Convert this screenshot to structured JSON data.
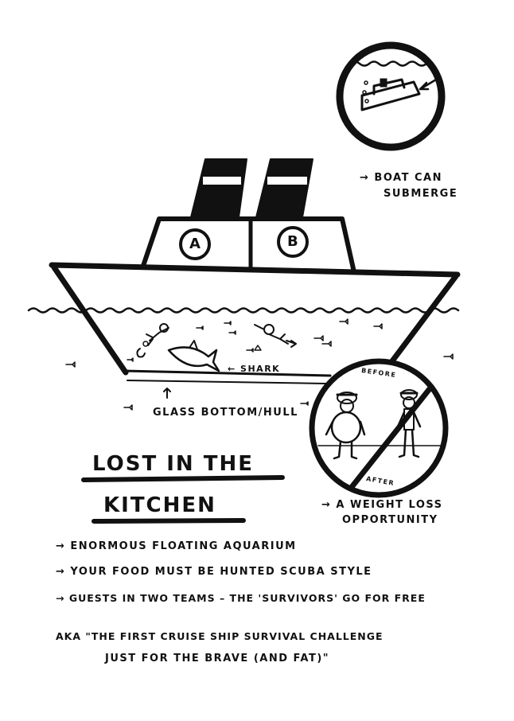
{
  "labels": {
    "boat_submerge": [
      "→ BOAT CAN",
      "SUBMERGE"
    ],
    "team_a": "A",
    "team_b": "B",
    "shark": "← SHARK",
    "glass_bottom": "GLASS BOTTOM/HULL",
    "before": "BEFORE",
    "after": "AFTER",
    "weight_loss": [
      "→ A WEIGHT LOSS",
      "OPPORTUNITY"
    ]
  },
  "title": [
    "LOST IN THE",
    "KITCHEN"
  ],
  "bullets": [
    "→ ENORMOUS FLOATING AQUARIUM",
    "→ YOUR FOOD MUST BE HUNTED SCUBA STYLE",
    "→ GUESTS IN TWO TEAMS – THE 'SURVIVORS' GO FOR FREE"
  ],
  "aka": [
    "AKA \"THE FIRST CRUISE SHIP SURVIVAL CHALLENGE",
    "JUST FOR THE BRAVE (AND FAT)\""
  ],
  "colors": {
    "ink": "#111111",
    "paper": "#ffffff"
  }
}
